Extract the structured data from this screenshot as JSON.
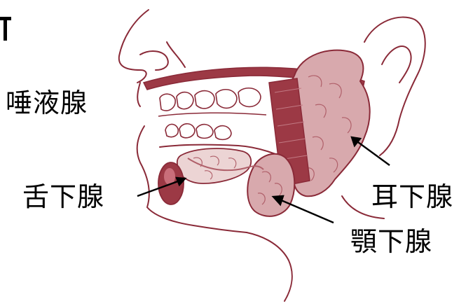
{
  "labels": {
    "saliva_gland": "唾液腺",
    "sublingual": "舌下腺",
    "parotid": "耳下腺",
    "submandibular": "顎下腺"
  },
  "colors": {
    "gland_fill": "#d8a9ad",
    "gland_light": "#ecd4d4",
    "muscle_dark": "#9c3945",
    "outline": "#8a2a38",
    "duct": "#b0606a"
  }
}
